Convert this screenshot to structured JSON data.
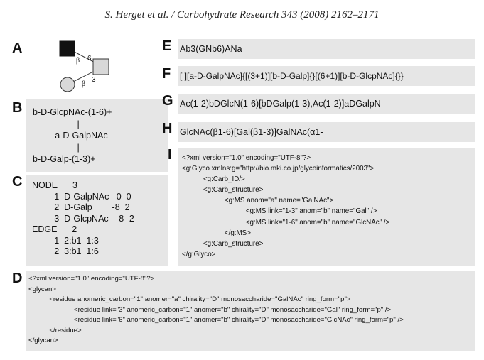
{
  "header": {
    "citation": "S. Herget et al. / Carbohydrate Research 343 (2008) 2162–2171"
  },
  "panels": {
    "A": {
      "label": "A",
      "glycan": {
        "bond_upper_anomer": "β",
        "bond_upper_position": "6",
        "bond_lower_anomer": "β",
        "bond_lower_position": "3",
        "icons": [
          "filled-square-icon",
          "open-square-icon",
          "open-circle-icon"
        ]
      }
    },
    "B": {
      "label": "B",
      "text": "b-D-GlcpNAc-(1-6)+\n                  |\n         a-D-GalpNAc\n                  |\nb-D-Galp-(1-3)+"
    },
    "C": {
      "label": "C",
      "text": "NODE      3\n         1  D-GalpNAc   0  0\n         2  D-Galp        -8  2\n         3  D-GlcpNAc   -8 -2\nEDGE      2\n         1  2:b1  1:3\n         2  3:b1  1:6"
    },
    "D": {
      "label": "D",
      "text": "<?xml version=\"1.0\" encoding=\"UTF-8\"?>\n<glycan>\n           <residue anomeric_carbon=\"1\" anomer=\"a\" chirality=\"D\" monosaccharide=\"GalNAc\" ring_form=\"p\">\n                        <residue link=\"3\" anomeric_carbon=\"1\" anomer=\"b\" chirality=\"D\" monosaccharide=\"Gal\" ring_form=\"p\" />\n                        <residue link=\"6\" anomeric_carbon=\"1\" anomer=\"b\" chirality=\"D\" monosaccharide=\"GlcNAc\" ring_form=\"p\" />\n           </residue>\n</glycan>"
    },
    "E": {
      "label": "E",
      "text": "Ab3(GNb6)ANa"
    },
    "F": {
      "label": "F",
      "text": "[ ][a-D-GalpNAc]{[(3+1)][b-D-Galp]{}[(6+1)][b-D-GlcpNAc]{}}"
    },
    "G": {
      "label": "G",
      "text": "Ac(1-2)bDGlcN(1-6)[bDGalp(1-3),Ac(1-2)]aDGalpN"
    },
    "H": {
      "label": "H",
      "text": "GlcNAc(β1-6)[Gal(β1-3)]GalNAc(α1-"
    },
    "I": {
      "label": "I",
      "text": "<?xml version=\"1.0\" encoding=\"UTF-8\"?>\n<g:Glyco xmlns:g=\"http://bio.mki.co.jp/glycoinformatics/2003\">\n           <g:Carb_ID/>\n           <g:Carb_structure>\n                      <g:MS anom=\"a\" name=\"GalNAc\">\n                                 <g:MS link=\"1-3\" anom=\"b\" name=\"Gal\" />\n                                 <g:MS link=\"1-6\" anom=\"b\" name=\"GlcNAc\" />\n                      </g:MS>\n           <g:Carb_structure>\n</g:Glyco>"
    }
  },
  "colors": {
    "box_background": "#e6e6e6",
    "text": "#111111",
    "glycan_fill_dark": "#111111",
    "glycan_fill_light": "#d8d8d8"
  }
}
